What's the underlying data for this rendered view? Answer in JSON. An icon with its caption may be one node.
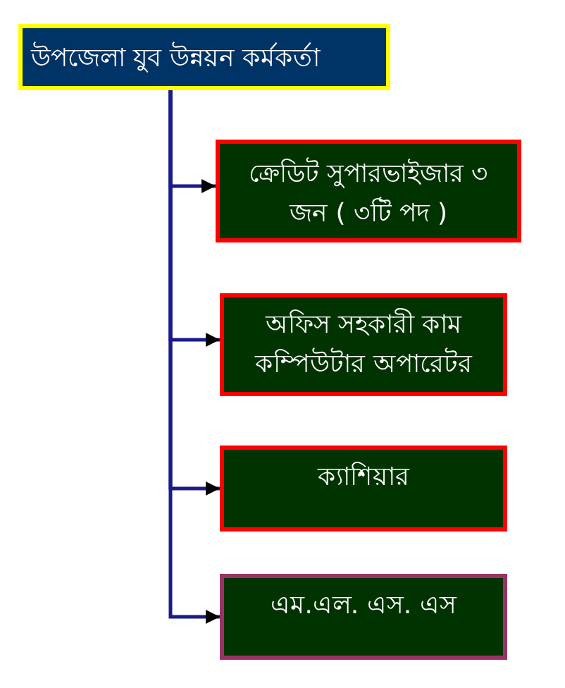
{
  "diagram": {
    "nodes": [
      {
        "text": [
          "উপজেলা যুব উন্নয়ন কর্মকর্তা"
        ]
      },
      {
        "text": [
          "ক্রেডিট সুপারভাইজার ৩ জন ( ৩টি পদ )"
        ]
      },
      {
        "text": [
          "অফিস সহকারী কাম কম্পিউটার অপারেটর"
        ]
      },
      {
        "text": [
          "ক্যাশিয়ার"
        ]
      },
      {
        "text": [
          "এম.এল. এস. এস"
        ]
      }
    ],
    "edges": [
      {
        "from": 0,
        "to": 1,
        "arrow": "to"
      },
      {
        "from": 0,
        "to": 2,
        "arrow": "to"
      },
      {
        "from": 0,
        "to": 3,
        "arrow": "to"
      },
      {
        "from": 0,
        "to": 4,
        "arrow": "to"
      }
    ]
  }
}
